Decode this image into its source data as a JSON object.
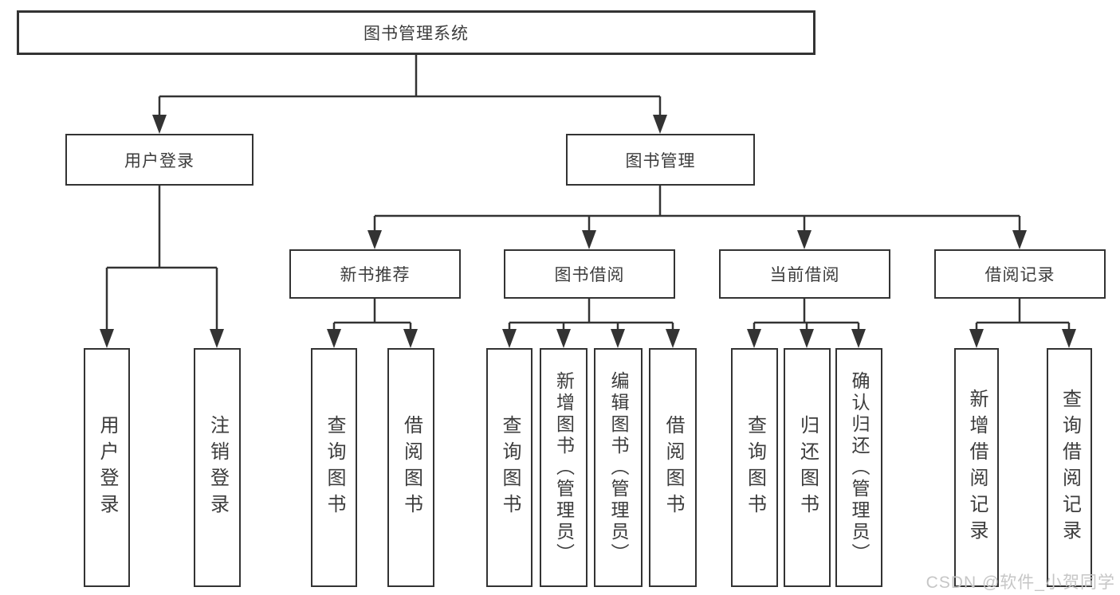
{
  "diagram": {
    "root": "图书管理系统",
    "level2": {
      "user_login": "用户登录",
      "book_mgmt": "图书管理"
    },
    "level3": {
      "new_books": "新书推荐",
      "book_borrow": "图书借阅",
      "current_borrow": "当前借阅",
      "borrow_records": "借阅记录"
    },
    "leaves": {
      "user_login_leaf": "用户登录",
      "logout": "注销登录",
      "nb_query": "查询图书",
      "nb_borrow": "借阅图书",
      "bb_query": "查询图书",
      "bb_add": "新增图书（管理员）",
      "bb_edit": "编辑图书（管理员）",
      "bb_borrow": "借阅图书",
      "cb_query": "查询图书",
      "cb_return": "归还图书",
      "cb_confirm": "确认归还（管理员）",
      "br_add": "新增借阅记录",
      "br_query": "查询借阅记录"
    }
  },
  "watermark": "CSDN @软件_小贺同学",
  "colors": {
    "line": "#333333",
    "text": "#3c3c3c",
    "watermark": "#c6c6c6",
    "background": "#ffffff"
  }
}
